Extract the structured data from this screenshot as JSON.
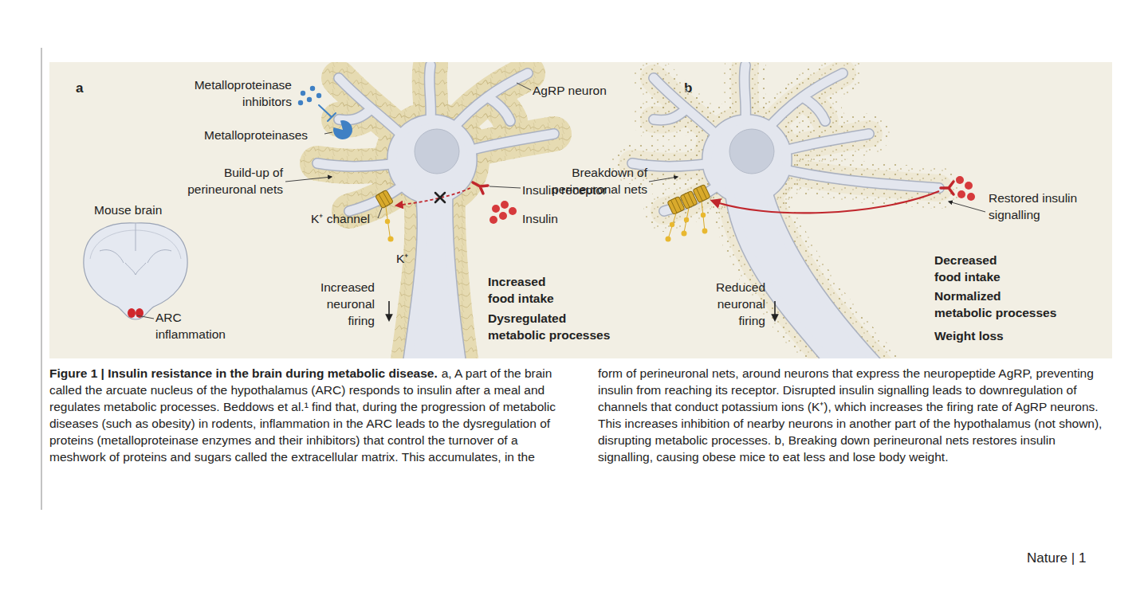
{
  "diagram": {
    "title": "Figure 1 | Insulin resistance in the brain during metabolic disease.",
    "caption": "a, A part of the brain called the arcuate nucleus of the hypothalamus (ARC) responds to insulin after a meal and regulates metabolic processes. Beddows et al.¹ find that, during the progression of metabolic diseases (such as obesity) in rodents, inflammation in the ARC leads to the dysregulation of proteins (metalloproteinase enzymes and their inhibitors) that control the turnover of a meshwork of proteins and sugars called the extracellular matrix. This accumulates, in the form of perineuronal nets, around neurons that express the neuropeptide AgRP, preventing insulin from reaching its receptor. Disrupted insulin signalling leads to downregulation of channels that conduct potassium ions (K⁺), which increases the firing rate of AgRP neurons. This increases inhibition of nearby neurons in another part of the hypothalamus (not shown), disrupting metabolic processes. b, Breaking down perineuronal nets restores insulin signalling, causing obese mice to eat less and lose body weight.",
    "nodes": [
      {
        "text": [
          "a"
        ]
      },
      {
        "text": [
          "Mouse brain"
        ],
        "in": 0
      },
      {
        "text": [
          "b"
        ]
      }
    ],
    "labels": [
      "Metalloproteinase inhibitors",
      "AgRP neuron",
      "Metalloproteinases",
      "Build-up of perineuronal nets",
      "Insulin receptor",
      "K⁺ channel",
      "Insulin",
      "K⁺",
      "Increased neuronal firing",
      "Increased food intake",
      "Dysregulated metabolic processes",
      "ARC inflammation",
      "Breakdown of perineuronal nets",
      "Restored insulin signalling",
      "Decreased food intake",
      "Reduced neuronal firing",
      "Normalized metabolic processes",
      "Weight loss",
      "Nature | 1"
    ]
  }
}
